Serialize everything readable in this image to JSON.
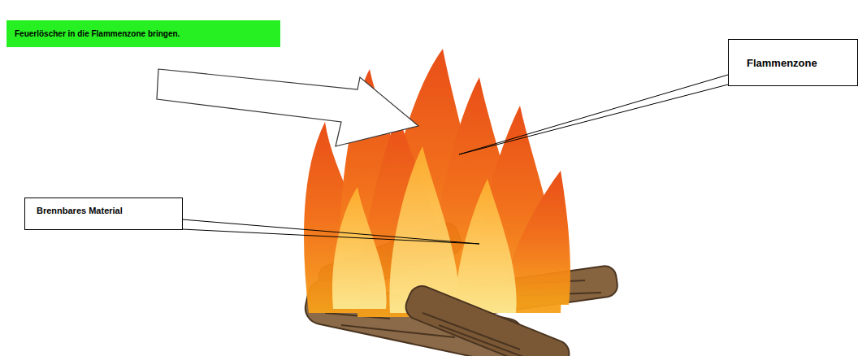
{
  "diagram": {
    "nodes": [
      {
        "text": [
          "Feuerlöscher in die Flammenzone bringen."
        ]
      },
      {
        "text": [
          "Flammenzone"
        ]
      },
      {
        "text": [
          "Brennbares Material"
        ]
      }
    ]
  }
}
